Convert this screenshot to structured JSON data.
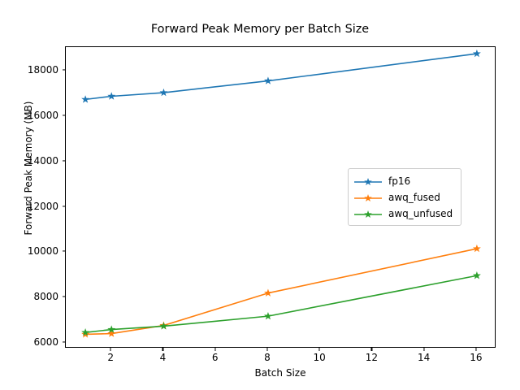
{
  "chart_data": {
    "type": "line",
    "title": "Forward Peak Memory per Batch Size",
    "xlabel": "Batch Size",
    "ylabel": "Forward Peak Memory (MB)",
    "x": [
      1,
      2,
      4,
      8,
      16
    ],
    "xlim": [
      0.25,
      16.75
    ],
    "ylim": [
      5740,
      19050
    ],
    "xticks": [
      2,
      4,
      6,
      8,
      10,
      12,
      14,
      16
    ],
    "yticks": [
      6000,
      8000,
      10000,
      12000,
      14000,
      16000,
      18000
    ],
    "grid": false,
    "legend_position": "center right",
    "series": [
      {
        "name": "fp16",
        "color": "#1f77b4",
        "marker": "star",
        "values": [
          16740,
          16880,
          17040,
          17560,
          18760
        ]
      },
      {
        "name": "awq_fused",
        "color": "#ff7f0e",
        "marker": "star",
        "values": [
          6370,
          6400,
          6760,
          8190,
          10150
        ]
      },
      {
        "name": "awq_unfused",
        "color": "#2ca02c",
        "marker": "star",
        "values": [
          6450,
          6580,
          6730,
          7170,
          8960
        ]
      }
    ]
  },
  "figure": {
    "background": "#ffffff",
    "axes_color": "#000000"
  }
}
